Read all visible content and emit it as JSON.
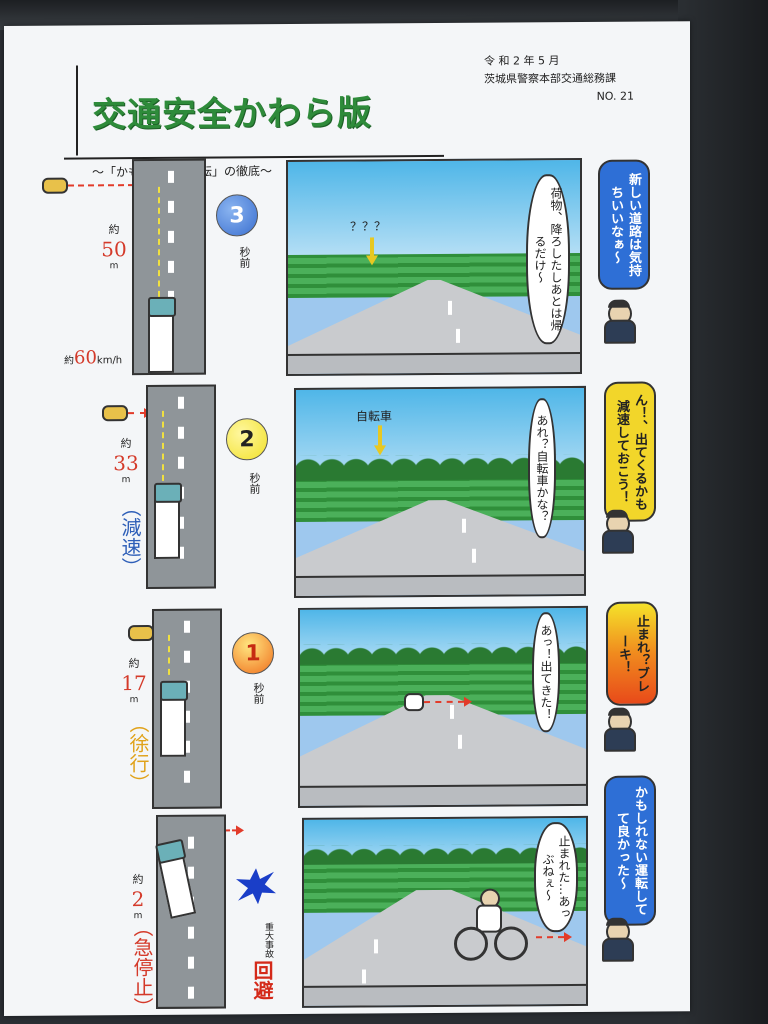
{
  "header": {
    "title": "交通安全かわら版",
    "subtitle": "～「かもしれない運転」の徹底～",
    "date": "令 和 2 年 5 月",
    "issuer": "茨城県警察本部交通総務課",
    "number": "NO. 21"
  },
  "rows": [
    {
      "seconds": "3",
      "seconds_label": "秒前",
      "distance_prefix": "約",
      "distance": "50",
      "distance_unit": "m",
      "speed_prefix": "約",
      "speed": "60",
      "speed_unit": "km/h",
      "action": "",
      "scene_label": "？？？",
      "speech": "荷物、降ろしたしあとは帰るだけ～",
      "thought": "新しい道路は気持ちいいなぁ～",
      "thought_color": "#2e6fd6",
      "badge_color": "#3a6fd0"
    },
    {
      "seconds": "2",
      "seconds_label": "秒前",
      "distance_prefix": "約",
      "distance": "33",
      "distance_unit": "m",
      "action": "（減速）",
      "action_color": "#2e5fb8",
      "scene_label": "自転車",
      "speech": "あれ？自転車かな？",
      "thought": "ん！、出てくるかも減速しておこう！",
      "thought_color": "#f2d62a",
      "badge_color": "#f2e12a"
    },
    {
      "seconds": "1",
      "seconds_label": "秒前",
      "distance_prefix": "約",
      "distance": "17",
      "distance_unit": "m",
      "action": "（徐行）",
      "action_color": "#e0a21a",
      "scene_label": "",
      "speech": "あっ！出てきた！",
      "thought": "止まれ？ブレーキ！",
      "thought_color": "#f08a1e",
      "badge_color": "#f0701e"
    },
    {
      "seconds": "",
      "seconds_label": "",
      "distance_prefix": "約",
      "distance": "2",
      "distance_unit": "m",
      "action": "（急停止）",
      "action_color": "#d43a2a",
      "scene_label": "",
      "speech": "止まれた…あっぶねぇ～",
      "thought": "かもしれない運転してて良かった～",
      "thought_color": "#2e6fd6",
      "avoid_small": "重大事故",
      "avoid_big": "回避"
    }
  ]
}
